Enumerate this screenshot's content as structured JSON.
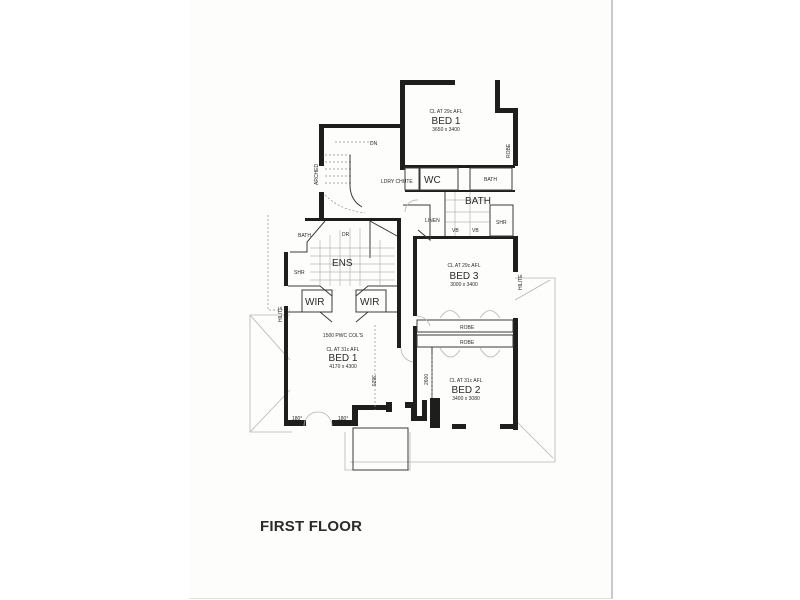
{
  "document": {
    "title": "FIRST FLOOR",
    "type": "architectural floor plan"
  },
  "rooms": {
    "bed1_upper": {
      "name": "BED 1",
      "ceiling": "CL AT 29c AFL",
      "size": "3650 x 3400"
    },
    "bed1_main": {
      "name": "BED 1",
      "ceiling": "CL AT 31c AFL",
      "size": "4170 x 4300",
      "note": "1500 PWC COL'S",
      "dim": "3825"
    },
    "bed2": {
      "name": "BED 2",
      "ceiling": "CL AT 31c AFL",
      "size": "3400 x 3080",
      "dim": "2600"
    },
    "bed3": {
      "name": "BED 3",
      "ceiling": "CL AT 29c AFL",
      "size": "3000 x 3400"
    },
    "bath_main": {
      "name": "BATH"
    },
    "bath_small": {
      "name": "BATH"
    },
    "bath_left": {
      "name": "BATH"
    },
    "wc": {
      "name": "WC"
    },
    "ens": {
      "name": "ENS"
    },
    "wir_left": {
      "name": "WIR"
    },
    "wir_right": {
      "name": "WIR"
    },
    "shr_right": {
      "name": "SHR"
    },
    "shr_left": {
      "name": "SHR"
    },
    "linen": {
      "name": "LINEN"
    },
    "robe_top": {
      "name": "ROBE"
    },
    "robe_bottom": {
      "name": "ROBE"
    },
    "robe_bed1": {
      "name": "ROBE"
    }
  },
  "annotations": {
    "stair_dn": "DN",
    "arched": "ARCHED",
    "laundry_chute": "LDRY CHUTE",
    "dr": "DR",
    "hilite_left": "HILITE",
    "hilite_right": "HILITE",
    "door_angle_left": "180°",
    "door_angle_right": "180°",
    "vb1": "VB",
    "vb2": "VB"
  }
}
